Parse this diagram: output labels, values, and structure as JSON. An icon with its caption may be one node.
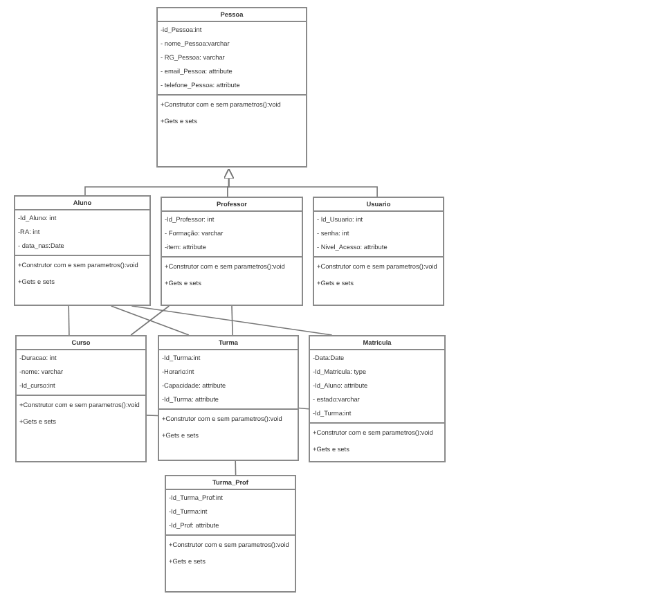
{
  "diagram": {
    "nodes": [
      {
        "text": [
          "Pessoa",
          "-id_Pessoa:int",
          "- nome_Pessoa:varchar",
          "- RG_Pessoa: varchar",
          "- email_Pessoa: attribute",
          "- telefone_Pessoa: attribute",
          "+Construtor com e sem parametros():void",
          "+Gets e sets"
        ]
      },
      {
        "text": [
          "Aluno",
          "-Id_Aluno: int",
          "-RA: int",
          "- data_nas:Date",
          "+Construtor com e sem parametros():void",
          "+Gets e sets"
        ]
      },
      {
        "text": [
          "Professor",
          "-Id_Professor: int",
          "- Formação: varchar",
          "-item: attribute",
          "+Construtor com e sem parametros():void",
          "+Gets e sets"
        ]
      },
      {
        "text": [
          "Usuario",
          "- Id_Usuario: int",
          "- senha: int",
          "- Nivel_Acesso: attribute",
          "+Construtor com e sem parametros():void",
          "+Gets e sets"
        ]
      },
      {
        "text": [
          "Curso",
          "-Duracao: int",
          "-nome: varchar",
          "-Id_curso:int",
          "+Construtor com e sem parametros():void",
          "+Gets e sets"
        ]
      },
      {
        "text": [
          "Turma",
          "-Id_Turma:int",
          "-Horario:int",
          "-Capacidade: attribute",
          "-Id_Turma: attribute",
          "+Construtor com e sem parametros():void",
          "+Gets e sets"
        ]
      },
      {
        "text": [
          "Matricula",
          "-Data:Date",
          "-Id_Matricula: type",
          "-Id_Aluno: attribute",
          "- estado:varchar",
          "-Id_Turma:int",
          "+Construtor com e sem parametros():void",
          "+Gets e sets"
        ]
      },
      {
        "text": [
          "Turma_Prof",
          "-Id_Turma_Prof:int",
          "-Id_Turma:int",
          "-Id_Prof: attribute",
          "+Construtor com e sem parametros():void",
          "+Gets e sets"
        ]
      }
    ],
    "edges": [
      {
        "from": 1,
        "to": 0,
        "arrow": "to"
      },
      {
        "from": 2,
        "to": 0,
        "arrow": "to"
      },
      {
        "from": 3,
        "to": 0,
        "arrow": "to"
      },
      {
        "from": 1,
        "to": 4,
        "arrow": "none"
      },
      {
        "from": 1,
        "to": 5,
        "arrow": "none"
      },
      {
        "from": 1,
        "to": 6,
        "arrow": "none"
      },
      {
        "from": 2,
        "to": 4,
        "arrow": "none"
      },
      {
        "from": 2,
        "to": 5,
        "arrow": "none"
      },
      {
        "from": 4,
        "to": 5,
        "arrow": "none"
      },
      {
        "from": 5,
        "to": 6,
        "arrow": "none"
      },
      {
        "from": 5,
        "to": 7,
        "arrow": "none"
      }
    ]
  }
}
